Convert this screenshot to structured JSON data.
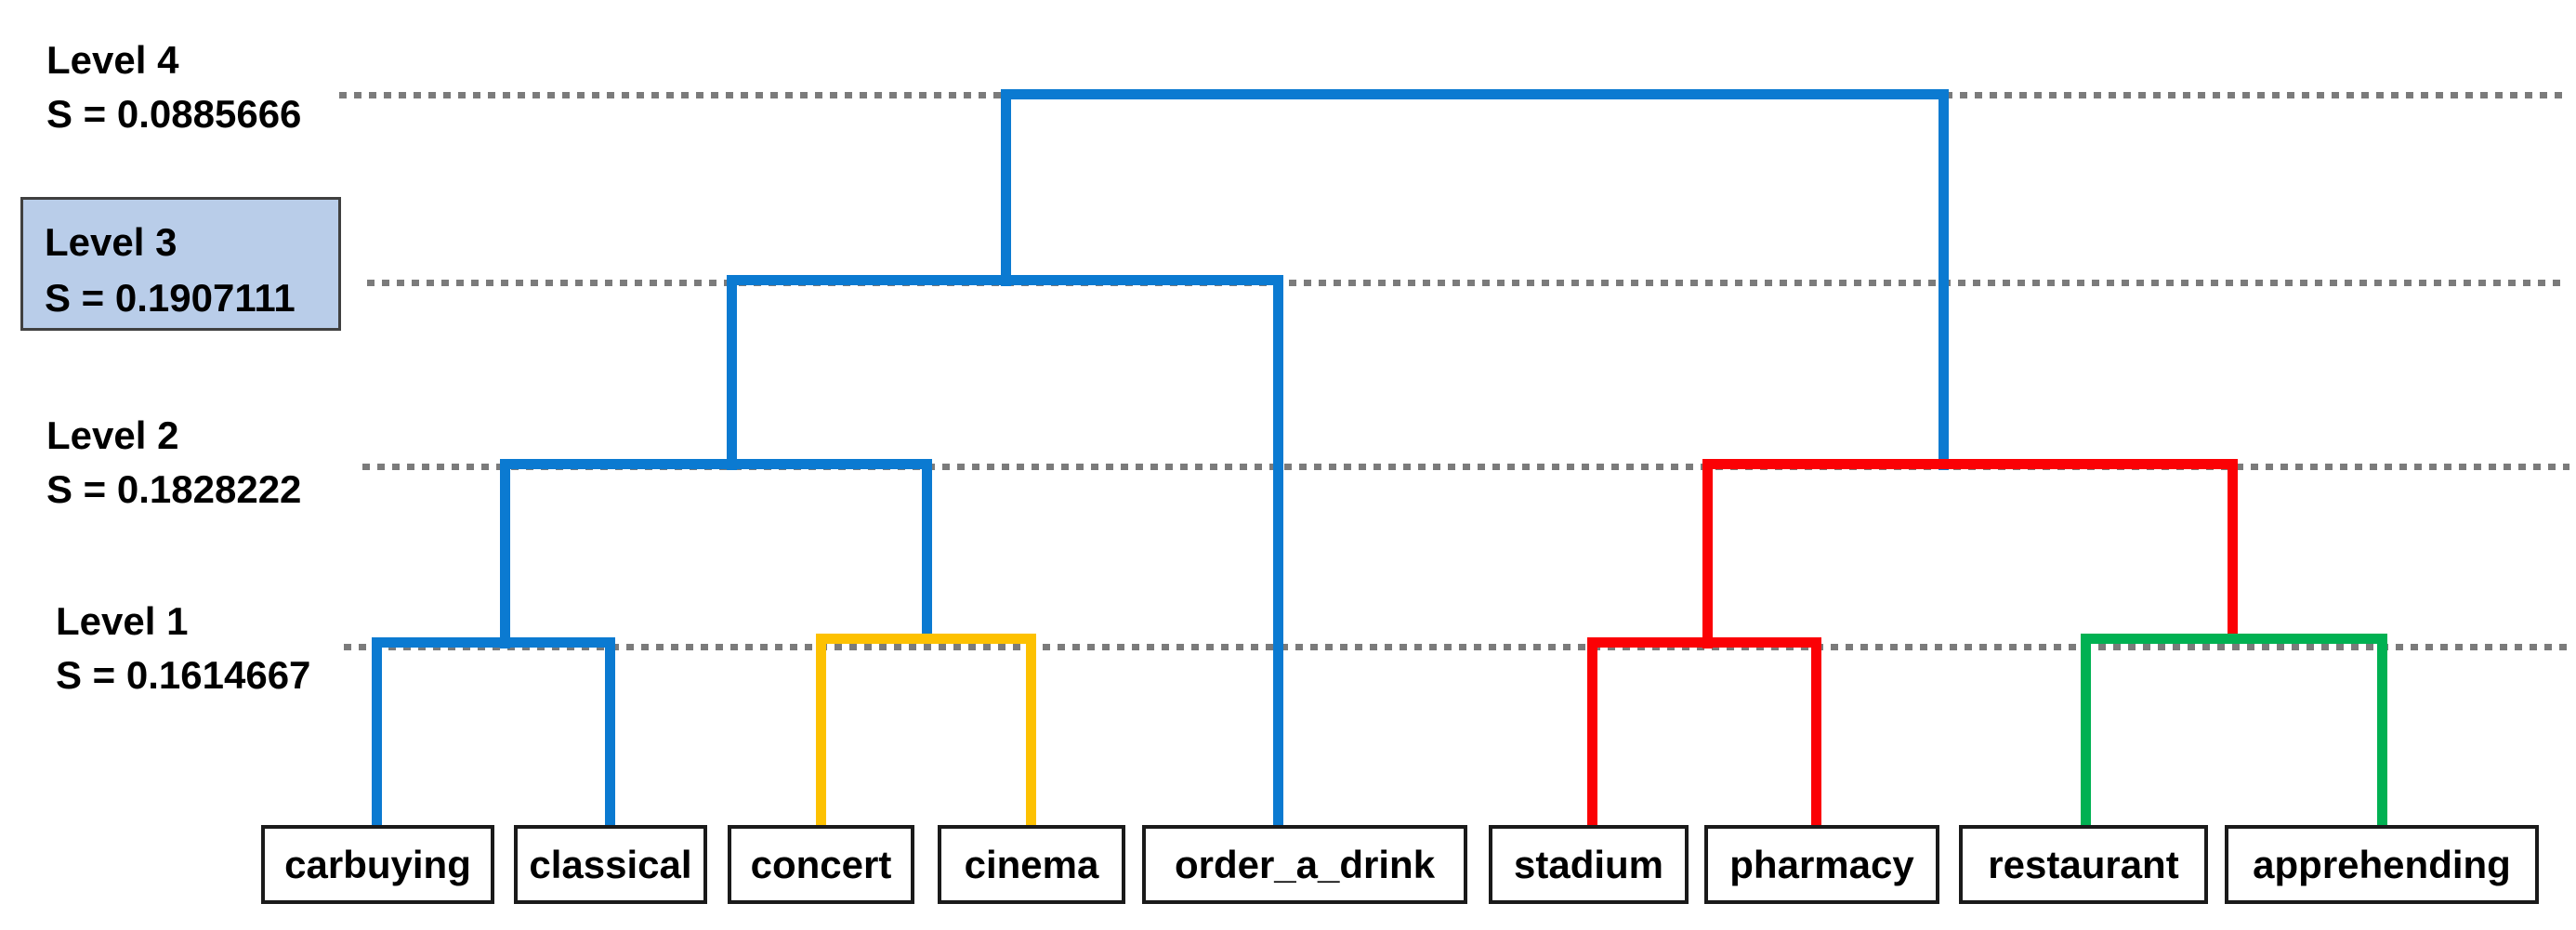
{
  "figure": {
    "type": "dendrogram",
    "title": "",
    "levels": [
      {
        "name": "Level 4",
        "s_label": "S = 0.0885666",
        "s_value": 0.0885666,
        "highlighted": false
      },
      {
        "name": "Level 3",
        "s_label": "S = 0.1907111",
        "s_value": 0.1907111,
        "highlighted": true
      },
      {
        "name": "Level 2",
        "s_label": "S = 0.1828222",
        "s_value": 0.1828222,
        "highlighted": false
      },
      {
        "name": "Level 1",
        "s_label": "S = 0.1614667",
        "s_value": 0.1614667,
        "highlighted": false
      }
    ],
    "leaves": [
      "carbuying",
      "classical",
      "concert",
      "cinema",
      "order_a_drink",
      "stadium",
      "pharmacy",
      "restaurant",
      "apprehending"
    ],
    "clusters": {
      "level1": [
        {
          "members": [
            "carbuying",
            "classical"
          ],
          "color": "blue"
        },
        {
          "members": [
            "concert",
            "cinema"
          ],
          "color": "yellow"
        },
        {
          "members": [
            "stadium",
            "pharmacy"
          ],
          "color": "red"
        },
        {
          "members": [
            "restaurant",
            "apprehending"
          ],
          "color": "green"
        }
      ],
      "level2": [
        {
          "members": [
            [
              "carbuying",
              "classical"
            ],
            [
              "concert",
              "cinema"
            ]
          ],
          "color": "blue"
        },
        {
          "members": [
            [
              "stadium",
              "pharmacy"
            ],
            [
              "restaurant",
              "apprehending"
            ]
          ],
          "color": "red"
        }
      ],
      "level3": [
        {
          "members": [
            [
              "carbuying",
              "classical",
              "concert",
              "cinema"
            ],
            [
              "order_a_drink"
            ]
          ],
          "color": "blue"
        }
      ],
      "level4": [
        {
          "members": [
            [
              "carbuying",
              "classical",
              "concert",
              "cinema",
              "order_a_drink"
            ],
            [
              "stadium",
              "pharmacy",
              "restaurant",
              "apprehending"
            ]
          ],
          "color": "blue"
        }
      ]
    },
    "colors": {
      "blue": "#0b7ad1",
      "yellow": "#fdc101",
      "red": "#fb0105",
      "green": "#00b152",
      "dotted_line": "#7b7b7b",
      "highlight_fill": "#b9cde9",
      "highlight_border": "#404040",
      "box_border": "#1a1a1a",
      "text": "#000000"
    }
  }
}
